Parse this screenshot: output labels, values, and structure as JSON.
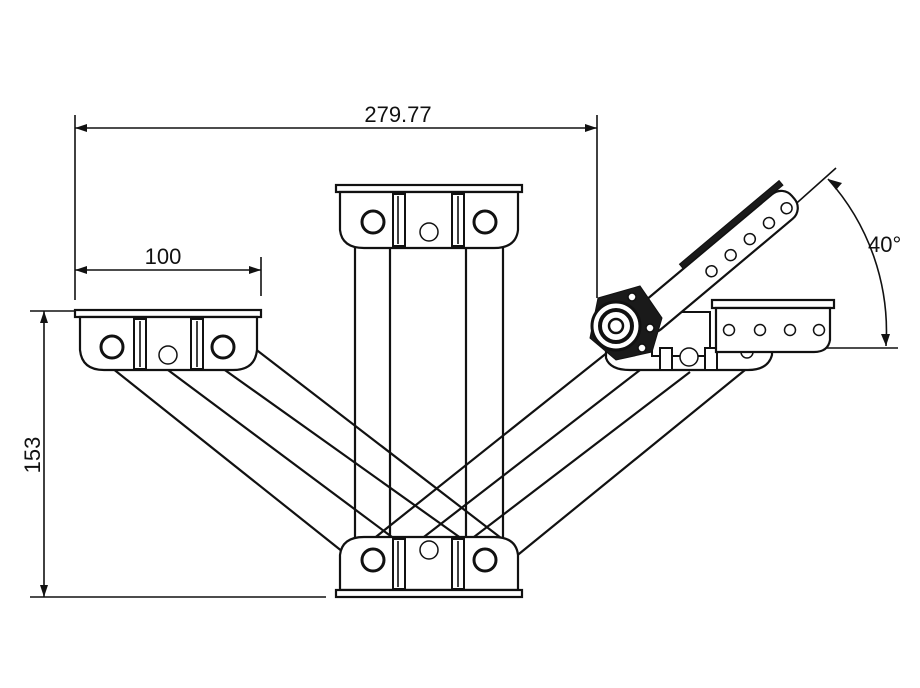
{
  "dimensions": {
    "overall_width": "279.77",
    "plate_width": "100",
    "height": "153",
    "angle": "40°"
  },
  "colors": {
    "line": "#111111",
    "background": "#ffffff"
  }
}
